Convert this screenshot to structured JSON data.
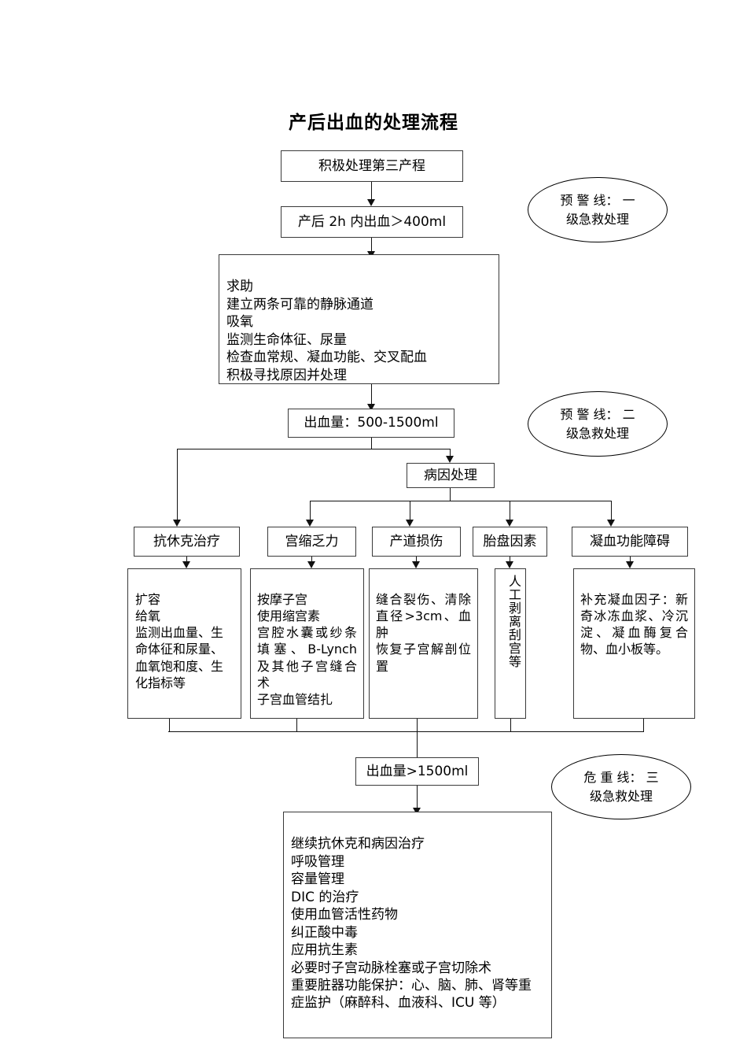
{
  "title": "产后出血的处理流程",
  "nodes": {
    "n1": "积极处理第三产程",
    "n2": "产后 2h 内出血＞400ml",
    "n3": "求助\n建立两条可靠的静脉通道\n吸氧\n监测生命体征、尿量\n检查血常规、凝血功能、交叉配血\n积极寻找原因并处理",
    "n4": "出血量：500-1500ml",
    "n5": "病因处理",
    "n6": "出血量>1500ml",
    "n7": "继续抗休克和病因治疗\n呼吸管理\n容量管理\nDIC 的治疗\n使用血管活性药物\n纠正酸中毒\n应用抗生素\n必要时子宫动脉栓塞或子宫切除术\n重要脏器功能保护：心、脑、肺、肾等重症监护（麻醉科、血液科、ICU 等）"
  },
  "branches": [
    {
      "id": "shock",
      "label": "抗休克治疗",
      "detail": "扩容\n给氧\n监测出血量、生命体征和尿量、血氧饱和度、生化指标等"
    },
    {
      "id": "uterine-atony",
      "label": "宫缩乏力",
      "detail": "按摩子宫\n使用缩宫素\n宫腔水囊或纱条填塞、B-Lynch 及其他子宫缝合术\n子宫血管结扎"
    },
    {
      "id": "birth-canal-injury",
      "label": "产道损伤",
      "detail": "缝合裂伤、清除直径>3cm、血肿\n恢复子宫解剖位置"
    },
    {
      "id": "placental-factor",
      "label": "胎盘因素",
      "detail": "人工剥离刮宫等"
    },
    {
      "id": "coagulopathy",
      "label": "凝血功能障碍",
      "detail": "补充凝血因子：新奇冰冻血浆、冷沉淀、凝血酶复合物、血小板等。"
    }
  ],
  "callouts": [
    {
      "id": "level-1",
      "text": "预 警 线： 一\n级急救处理"
    },
    {
      "id": "level-2",
      "text": "预 警 线： 二\n级急救处理"
    },
    {
      "id": "level-3",
      "text": "危 重 线： 三\n级急救处理"
    }
  ],
  "colors": {
    "background": "#ffffff",
    "text": "#000000",
    "box_border": "#3a3a3a",
    "line": "#111111"
  }
}
